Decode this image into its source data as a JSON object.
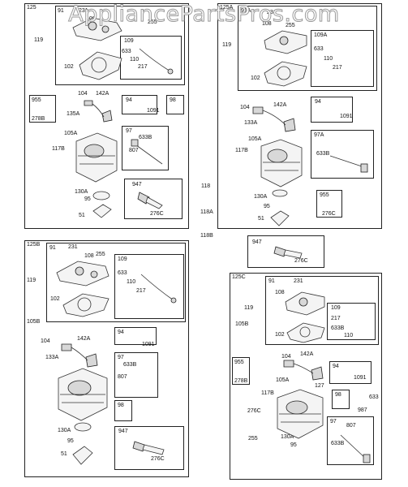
{
  "watermark": "AppliancePartsPros.com",
  "groups": {
    "g125": {
      "tag": "125",
      "labels": [
        "91",
        "231",
        "108",
        "255",
        "109",
        "119",
        "633",
        "110",
        "217",
        "102",
        "104",
        "142A",
        "955",
        "94",
        "98",
        "135A",
        "278B",
        "1091",
        "105A",
        "97",
        "117B",
        "633B",
        "807",
        "947",
        "130A",
        "95",
        "51",
        "276C"
      ]
    },
    "g125A": {
      "tag": "125A",
      "labels": [
        "91A",
        "231",
        "108",
        "255",
        "109A",
        "119",
        "633",
        "110",
        "217",
        "102",
        "104",
        "142A",
        "94",
        "133A",
        "1091",
        "105A",
        "117B",
        "97A",
        "633B",
        "130A",
        "95",
        "51",
        "955",
        "276C"
      ]
    },
    "g125B": {
      "tag": "125B",
      "labels": [
        "91",
        "231",
        "108",
        "255",
        "109",
        "119",
        "633",
        "110",
        "217",
        "102",
        "105B",
        "104",
        "142A",
        "94",
        "133A",
        "1091",
        "97",
        "633B",
        "807",
        "98",
        "130A",
        "95",
        "947",
        "51",
        "276C"
      ]
    },
    "g125C": {
      "tag": "125C",
      "labels": [
        "91",
        "231",
        "108",
        "119",
        "109",
        "105B",
        "217",
        "633B",
        "110",
        "102",
        "955",
        "104",
        "142A",
        "94",
        "278B",
        "105A",
        "127",
        "1091",
        "117B",
        "98",
        "633",
        "276C",
        "987",
        "97",
        "255",
        "130A",
        "95",
        "807",
        "633B"
      ]
    },
    "loose": [
      "118",
      "118A",
      "118B",
      "947",
      "276C"
    ]
  }
}
